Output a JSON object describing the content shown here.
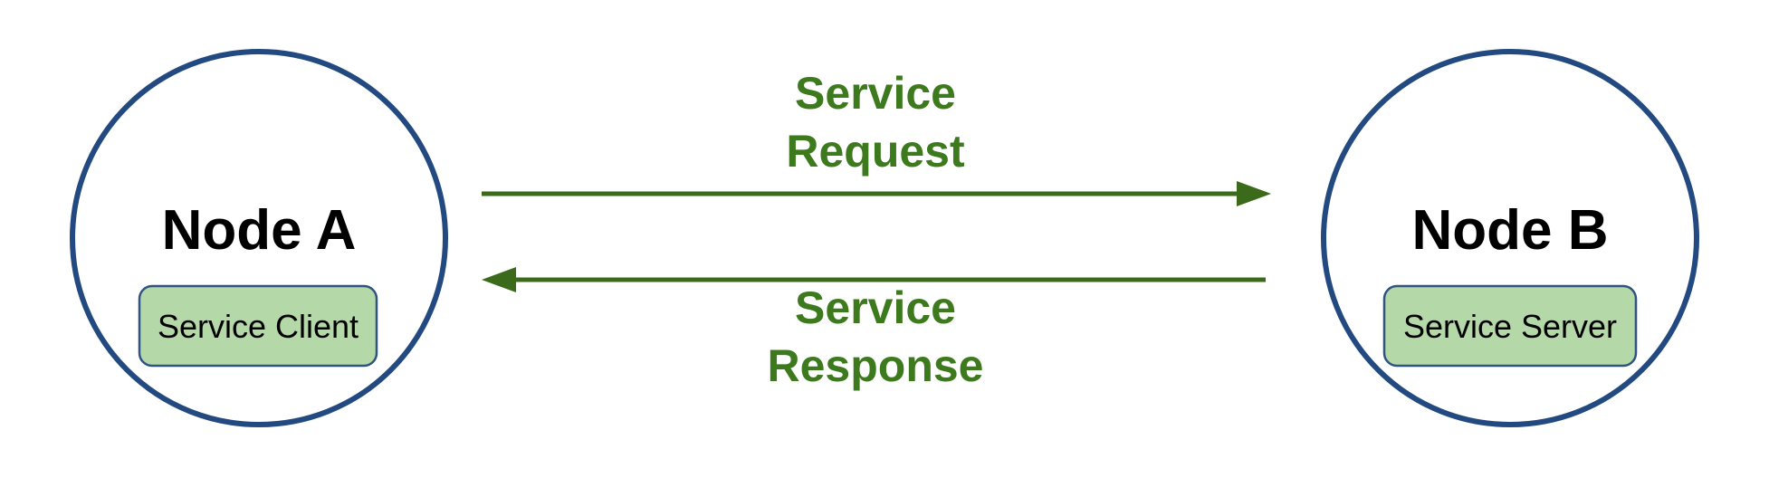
{
  "colors": {
    "node_border": "#234a80",
    "component_fill": "#b5d8a8",
    "component_border": "#2f5481",
    "arrow": "#3a6a1a",
    "message_text": "#3d7a1e",
    "title_text": "#000000"
  },
  "nodes": {
    "a": {
      "title": "Node A",
      "component": "Service Client"
    },
    "b": {
      "title": "Node B",
      "component": "Service Server"
    }
  },
  "messages": {
    "request": {
      "line1": "Service",
      "line2": "Request",
      "direction": "a-to-b"
    },
    "response": {
      "line1": "Service",
      "line2": "Response",
      "direction": "b-to-a"
    }
  }
}
